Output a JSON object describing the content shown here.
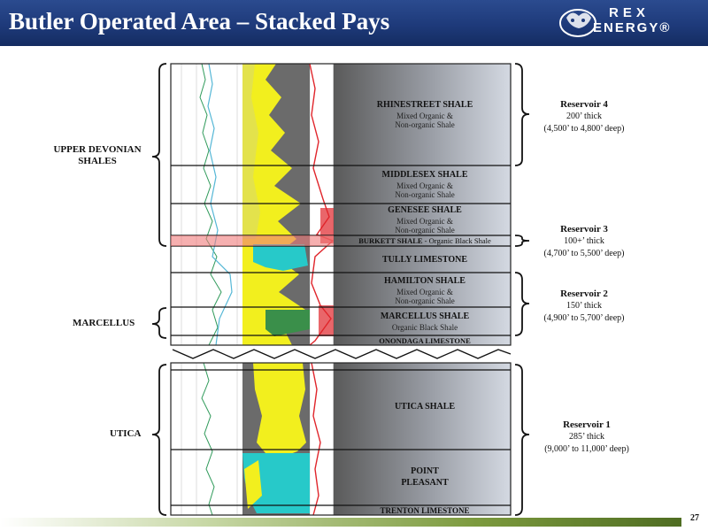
{
  "slide": {
    "title": "Butler Operated Area – Stacked Pays",
    "page_number": "27"
  },
  "logo": {
    "word1": "REX",
    "word2": "ENERGY®"
  },
  "left_labels": {
    "upper_devonian_line1": "UPPER DEVONIAN",
    "upper_devonian_line2": "SHALES",
    "marcellus": "MARCELLUS",
    "utica": "UTICA"
  },
  "formations": {
    "rhinestreet": {
      "name": "RHINESTREET SHALE",
      "desc1": "Mixed Organic &",
      "desc2": "Non-organic Shale"
    },
    "middlesex": {
      "name": "MIDDLESEX SHALE",
      "desc1": "Mixed Organic &",
      "desc2": "Non-organic Shale"
    },
    "genesee": {
      "name": "GENESEE SHALE",
      "desc1": "Mixed Organic &",
      "desc2": "Non-organic Shale"
    },
    "burkett": {
      "name": "BURKETT SHALE",
      "desc": " - Organic Black Shale"
    },
    "tully": {
      "name": "TULLY LIMESTONE"
    },
    "hamilton": {
      "name": "HAMILTON SHALE",
      "desc1": "Mixed Organic &",
      "desc2": "Non-organic Shale"
    },
    "marcellus": {
      "name": "MARCELLUS SHALE",
      "desc": "Organic Black Shale"
    },
    "onondaga": {
      "name": "ONONDAGA LIMESTONE"
    },
    "utica": {
      "name": "UTICA SHALE"
    },
    "point_pleasant": {
      "name1": "POINT",
      "name2": "PLEASANT"
    },
    "trenton": {
      "name": "TRENTON LIMESTONE"
    }
  },
  "reservoirs": {
    "r4": {
      "title": "Reservoir 4",
      "thickness": "200’ thick",
      "depth": "(4,500’ to 4,800’ deep)"
    },
    "r3": {
      "title": "Reservoir 3",
      "thickness": "100+’ thick",
      "depth": "(4,700’ to 5,500’ deep)"
    },
    "r2": {
      "title": "Reservoir 2",
      "thickness": "150’ thick",
      "depth": "(4,900’ to 5,700’ deep)"
    },
    "r1": {
      "title": "Reservoir 1",
      "thickness": "285’ thick",
      "depth": "(9,000’ to 11,000’ deep)"
    }
  },
  "colors": {
    "title_bar": "#1e3a7a",
    "organic_yellow": "#f2ef1e",
    "carbonate_cyan": "#27c9c9",
    "shale_gray": "#6b6b6b",
    "resistivity_red": "#e0252b"
  }
}
